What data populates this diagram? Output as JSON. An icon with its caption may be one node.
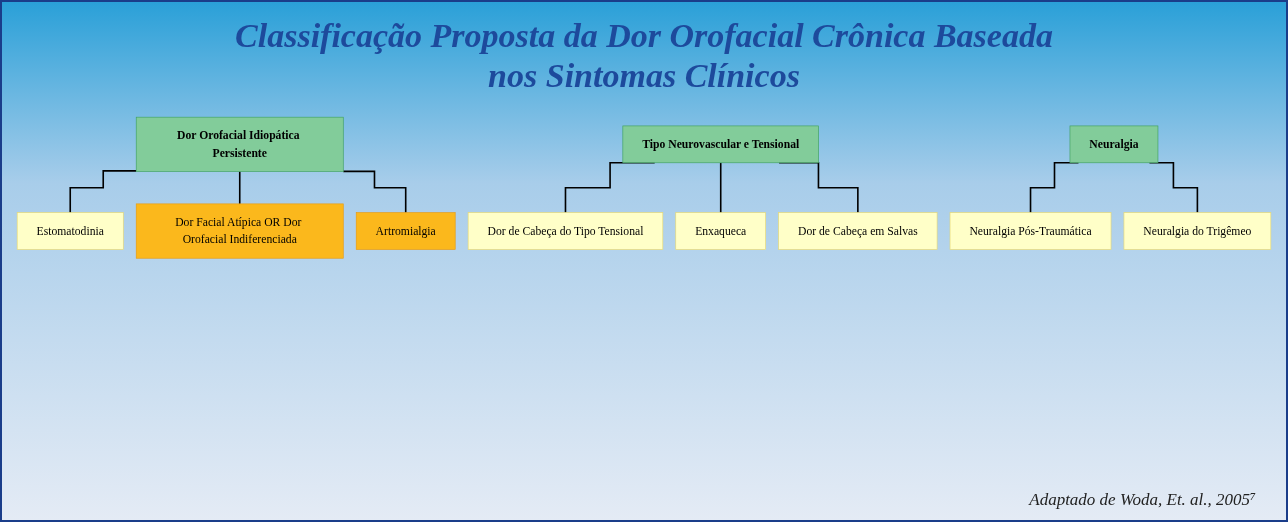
{
  "diagram": {
    "title": "Classificação Proposta da Dor Orofacial Crônica Baseada nos Sintomas Clínicos",
    "caption": "Adaptado de Woda, Et. al., 2005⁷",
    "nodes": [
      {
        "text": [
          "Dor Orofacial Idiopática Persistente"
        ]
      },
      {
        "text": [
          "Tipo Neurovascular e Tensional"
        ]
      },
      {
        "text": [
          "Neuralgia"
        ]
      },
      {
        "text": [
          "Estomatodinia"
        ]
      },
      {
        "text": [
          "Dor de Cabeça do Tipo Tensional"
        ]
      },
      {
        "text": [
          "Enxaqueca"
        ]
      },
      {
        "text": [
          "Dor de Cabeça em Salvas"
        ]
      },
      {
        "text": [
          "Neuralgia Pós-Traumática"
        ]
      },
      {
        "text": [
          "Neuralgia do Trigêmeo"
        ]
      },
      {
        "text": [
          "Dor Facial Atípica OR Dor Orofacial Indiferenciada"
        ]
      },
      {
        "text": [
          "Artromialgia"
        ]
      }
    ],
    "edges": [
      {
        "from": 0,
        "to": 3,
        "arrow": "none"
      },
      {
        "from": 0,
        "to": 9,
        "arrow": "none"
      },
      {
        "from": 0,
        "to": 10,
        "arrow": "none"
      },
      {
        "from": 1,
        "to": 4,
        "arrow": "none"
      },
      {
        "from": 1,
        "to": 5,
        "arrow": "none"
      },
      {
        "from": 1,
        "to": 6,
        "arrow": "none"
      },
      {
        "from": 2,
        "to": 7,
        "arrow": "none"
      },
      {
        "from": 2,
        "to": 8,
        "arrow": "none"
      }
    ]
  }
}
